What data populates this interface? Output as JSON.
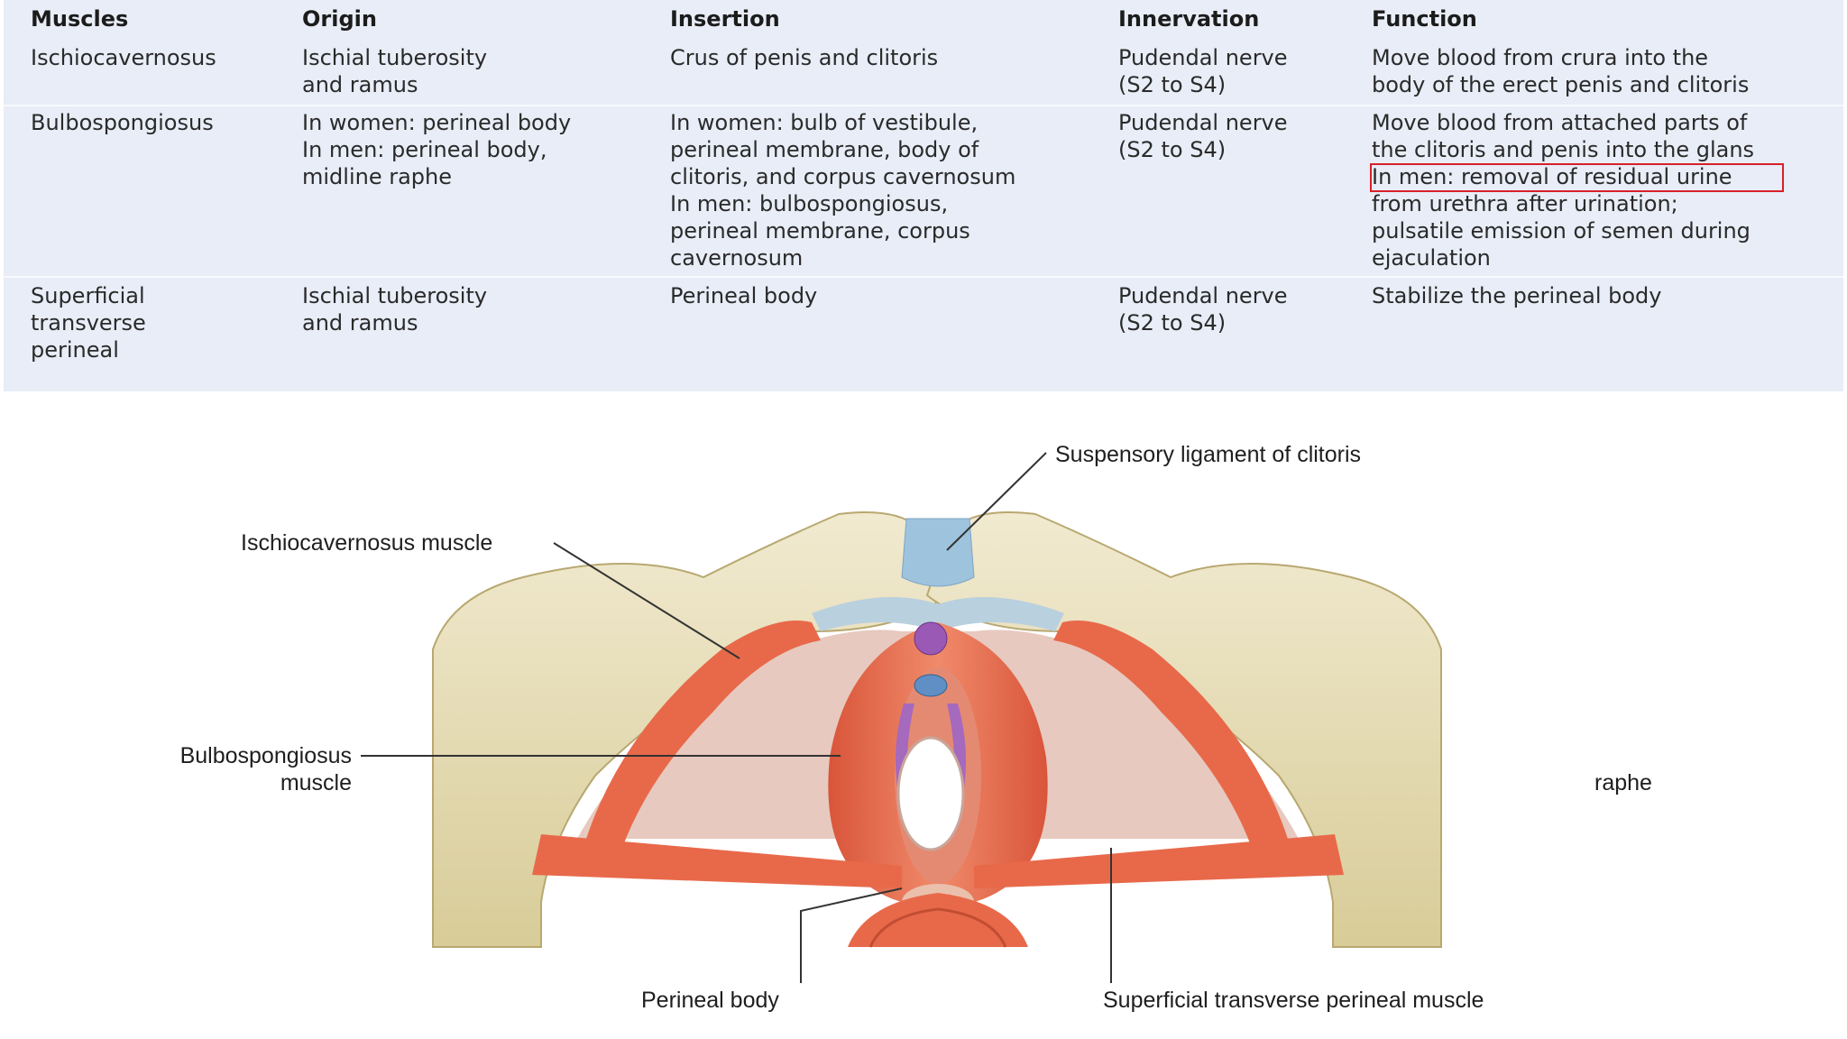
{
  "table": {
    "headers": [
      "Muscles",
      "Origin",
      "Insertion",
      "Innervation",
      "Function"
    ],
    "rows": [
      {
        "muscle": "Ischiocavernosus",
        "origin": "Ischial tuberosity\nand ramus",
        "insertion": "Crus of penis and clitoris",
        "innervation": "Pudendal nerve\n(S2 to S4)",
        "function": "Move blood from crura into the\nbody of the erect penis and clitoris"
      },
      {
        "muscle": "Bulbospongiosus",
        "origin": "In women: perineal body\nIn men: perineal body,\nmidline raphe",
        "insertion": "In women: bulb of vestibule,\nperineal membrane, body of\nclitoris, and corpus cavernosum\nIn men: bulbospongiosus,\nperineal membrane, corpus\ncavernosum",
        "innervation": "Pudendal nerve\n(S2 to S4)",
        "function": "Move blood from attached parts of\nthe clitoris and penis into the glans\nIn men: removal of residual urine\nfrom urethra after urination;\npulsatile emission of semen during\nejaculation"
      },
      {
        "muscle": "Superficial\ntransverse\nperineal",
        "origin": "Ischial tuberosity\nand ramus",
        "insertion": "Perineal body",
        "innervation": "Pudendal nerve\n(S2 to S4)",
        "function": "Stabilize the perineal body"
      }
    ],
    "highlighted_text": "In men: removal of residual urine"
  },
  "figure": {
    "labels": {
      "suspensory_ligament": "Suspensory ligament of clitoris",
      "ischiocavernosus": "Ischiocavernosus muscle",
      "bulbospongiosus": "Bulbospongiosus\nmuscle",
      "raphe": "raphe",
      "perineal_body": "Perineal body",
      "superficial_transverse": "Superficial transverse perineal muscle"
    }
  },
  "colors": {
    "table_background": "#e8edf7",
    "highlight_border": "#d8202a",
    "bone": "#e9e0b6",
    "muscle": "#e8694a",
    "membrane": "#e7c9bf",
    "ligament": "#b9d0df",
    "erectile_tissue": "#9b59b6"
  }
}
